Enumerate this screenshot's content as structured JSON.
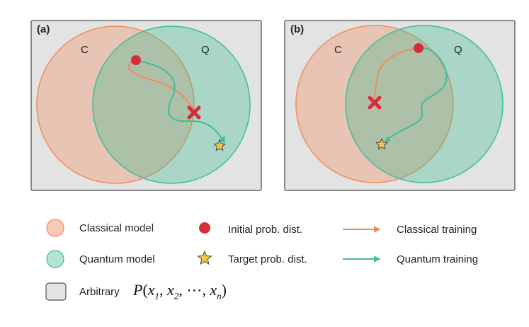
{
  "panels": [
    {
      "label": "(a)",
      "set_c": "C",
      "set_q": "Q"
    },
    {
      "label": "(b)",
      "set_c": "C",
      "set_q": "Q"
    }
  ],
  "legend": {
    "classical_model": "Classical model",
    "quantum_model": "Quantum model",
    "arbitrary": "Arbitrary",
    "arbitrary_formula": {
      "P": "P",
      "open": "(",
      "x1": "x",
      "x1_sub": "1",
      "x2": "x",
      "x2_sub": "2",
      "ellipsis": "⋯",
      "xn": "x",
      "xn_sub": "n",
      "close": ")"
    },
    "initial_dist": "Initial prob. dist.",
    "target_dist": "Target prob. dist.",
    "classical_training": "Classical training",
    "quantum_training": "Quantum training"
  },
  "colors": {
    "classical": "#f28a5b",
    "quantum": "#3ebd96",
    "initial_dot": "#d32f3a",
    "target_star": "#f6c945",
    "arbitrary_box": "#e3e3e3"
  },
  "icons": {
    "initial": "red-dot-icon",
    "failure": "red-cross-icon",
    "target": "star-icon"
  }
}
